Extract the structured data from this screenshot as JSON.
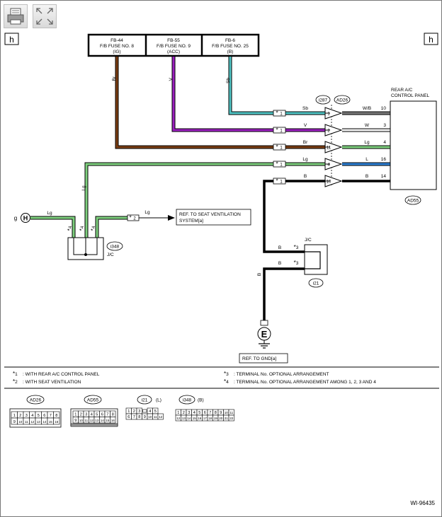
{
  "toolbar": {
    "print_label": "print",
    "expand_label": "expand"
  },
  "nav": {
    "left_marker": "h",
    "right_marker": "h"
  },
  "fuses": [
    {
      "line1": "FB-44",
      "line2": "F/B FUSE NO. 8",
      "line3": "(IG)"
    },
    {
      "line1": "FB-55",
      "line2": "F/B FUSE NO. 9",
      "line3": "(ACC)"
    },
    {
      "line1": "FB-6",
      "line2": "F/B FUSE NO. 25",
      "line3": "(B)"
    }
  ],
  "panel": {
    "line1": "REAR A/C",
    "line2": "CONTROL PANEL",
    "connector": "AD55"
  },
  "connectors": {
    "left_conn": "i287",
    "right_conn": "AD26",
    "jc1": "i348",
    "jc2": "i21",
    "jc_label": "J/C"
  },
  "wires": {
    "sb_vertical": "Sb",
    "v_vertical": "V",
    "br_vertical": "Br",
    "lg_vertical": "Lg",
    "rows": [
      {
        "in_color": "Sb",
        "pin": "1",
        "out_color": "W/B",
        "panel_pin": "10",
        "option": "1"
      },
      {
        "in_color": "V",
        "pin": "2",
        "out_color": "W",
        "panel_pin": "3",
        "option": "1"
      },
      {
        "in_color": "Br",
        "pin": "11",
        "out_color": "Lg",
        "panel_pin": "4",
        "option": "1"
      },
      {
        "in_color": "Lg",
        "pin": "4",
        "out_color": "L",
        "panel_pin": "16",
        "option": "1"
      },
      {
        "in_color": "B",
        "pin": "10",
        "out_color": "B",
        "panel_pin": "14",
        "option": "1"
      }
    ],
    "g_marker": "g",
    "h_symbol": "H",
    "lg_left": "Lg",
    "lg_right": "Lg",
    "vent_option": "2",
    "jc_options": [
      "4",
      "4",
      "4"
    ],
    "b_top": "B",
    "b_bottom": "B",
    "b_vertical": "B",
    "jc2_options": [
      "3",
      "3"
    ]
  },
  "refs": {
    "seat_vent_line1": "REF. TO SEAT VENTILATION",
    "seat_vent_line2": "SYSTEM[a]",
    "gnd": "REF. TO GND[a]",
    "ground_symbol": "E"
  },
  "notes": [
    {
      "mark": "1",
      "text": ": WITH REAR A/C CONTROL PANEL"
    },
    {
      "mark": "2",
      "text": ": WITH SEAT VENTILATION"
    },
    {
      "mark": "3",
      "text": ": TERMINAL No. OPTIONAL ARRANGEMENT"
    },
    {
      "mark": "4",
      "text": ": TERMINAL No. OPTIONAL ARRANGEMENT AMONG 1, 2, 3 AND 4"
    }
  ],
  "connector_views": {
    "ad26": {
      "name": "AD26",
      "row1": [
        "1",
        "2",
        "3",
        "4",
        "5",
        "6",
        "7",
        "8"
      ],
      "row2": [
        "9",
        "10",
        "11",
        "12",
        "13",
        "14",
        "15",
        "16"
      ]
    },
    "ad55": {
      "name": "AD55",
      "row1": [
        "1",
        "2",
        "3",
        "4",
        "5",
        "6",
        "7",
        "8"
      ],
      "row2": [
        "9",
        "10",
        "11",
        "12",
        "13",
        "14",
        "15",
        "16"
      ]
    },
    "i21": {
      "name": "i21",
      "tag": "(L)",
      "row1": [
        "1",
        "2",
        "3",
        "",
        "4",
        "5"
      ],
      "row2": [
        "6",
        "7",
        "8",
        "9",
        "10",
        "11",
        "12"
      ]
    },
    "i348": {
      "name": "i348",
      "tag": "(B)",
      "row1": [
        "1",
        "2",
        "3",
        "4",
        "5",
        "6",
        "7",
        "8",
        "9",
        "10",
        "11"
      ],
      "row2": [
        "12",
        "13",
        "14",
        "15",
        "16",
        "17",
        "18",
        "19",
        "20",
        "21",
        "22"
      ]
    }
  },
  "figure_id": "WI-96435",
  "colors": {
    "Sb": "#4fc3c3",
    "V": "#9b1fc0",
    "Br": "#7a3d12",
    "Lg": "#7ed07e",
    "L": "#2d7fd4",
    "B": "#000000",
    "W": "#f2f2f2",
    "WB": "#777777"
  }
}
